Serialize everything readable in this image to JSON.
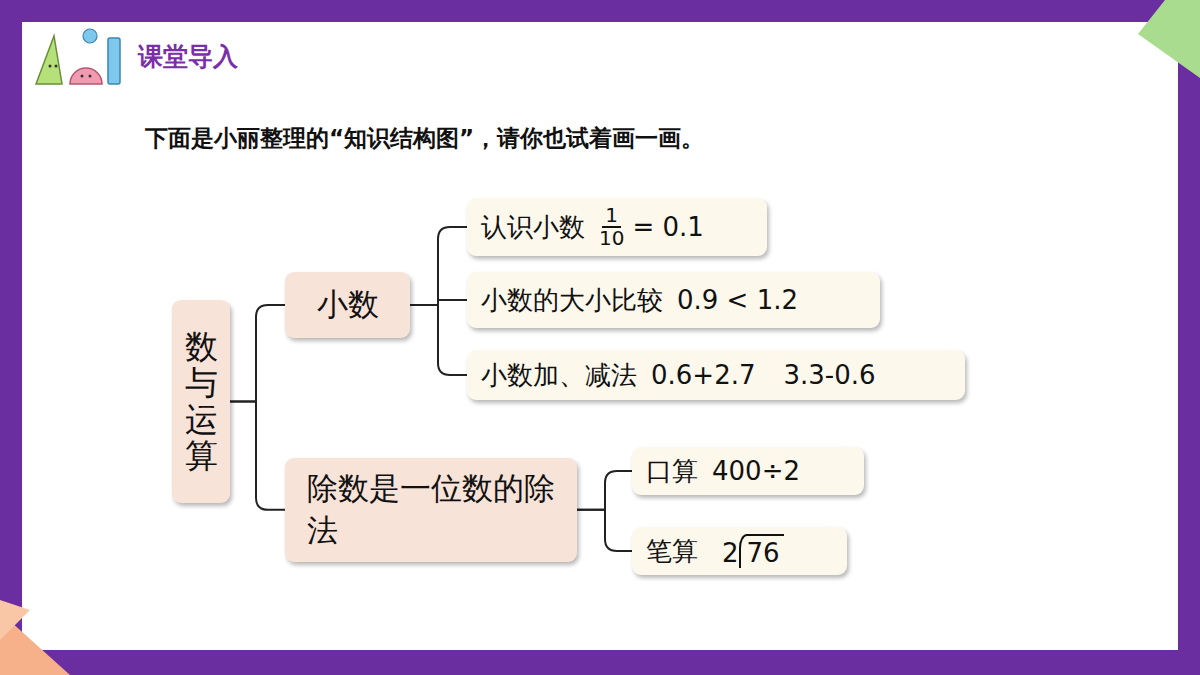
{
  "diagram": {
    "title": "课堂导入",
    "nodes": [
      {
        "text": [
          "数与运算"
        ]
      },
      {
        "text": [
          "小数"
        ]
      },
      {
        "text": [
          "认识小数",
          "1",
          "10",
          "= 0.1"
        ]
      },
      {
        "text": [
          "小数的大小比较",
          "0.9 < 1.2"
        ]
      },
      {
        "text": [
          "小数加、减法",
          "0.6+2.7",
          "3.3-0.6"
        ]
      },
      {
        "text": [
          "除数是一位数的除法"
        ]
      },
      {
        "text": [
          "口算",
          "400÷2"
        ]
      },
      {
        "text": [
          "笔算",
          "2",
          "76"
        ]
      }
    ],
    "edges": [
      {
        "from": 0,
        "to": 1,
        "arrow": "none"
      },
      {
        "from": 0,
        "to": 5,
        "arrow": "none"
      },
      {
        "from": 1,
        "to": 2,
        "arrow": "none"
      },
      {
        "from": 1,
        "to": 3,
        "arrow": "none"
      },
      {
        "from": 1,
        "to": 4,
        "arrow": "none"
      },
      {
        "from": 5,
        "to": 6,
        "arrow": "none"
      },
      {
        "from": 5,
        "to": 7,
        "arrow": "none"
      }
    ],
    "labels": [
      "下面是小丽整理的“知识结构图”，请你也试着画一画。"
    ]
  }
}
